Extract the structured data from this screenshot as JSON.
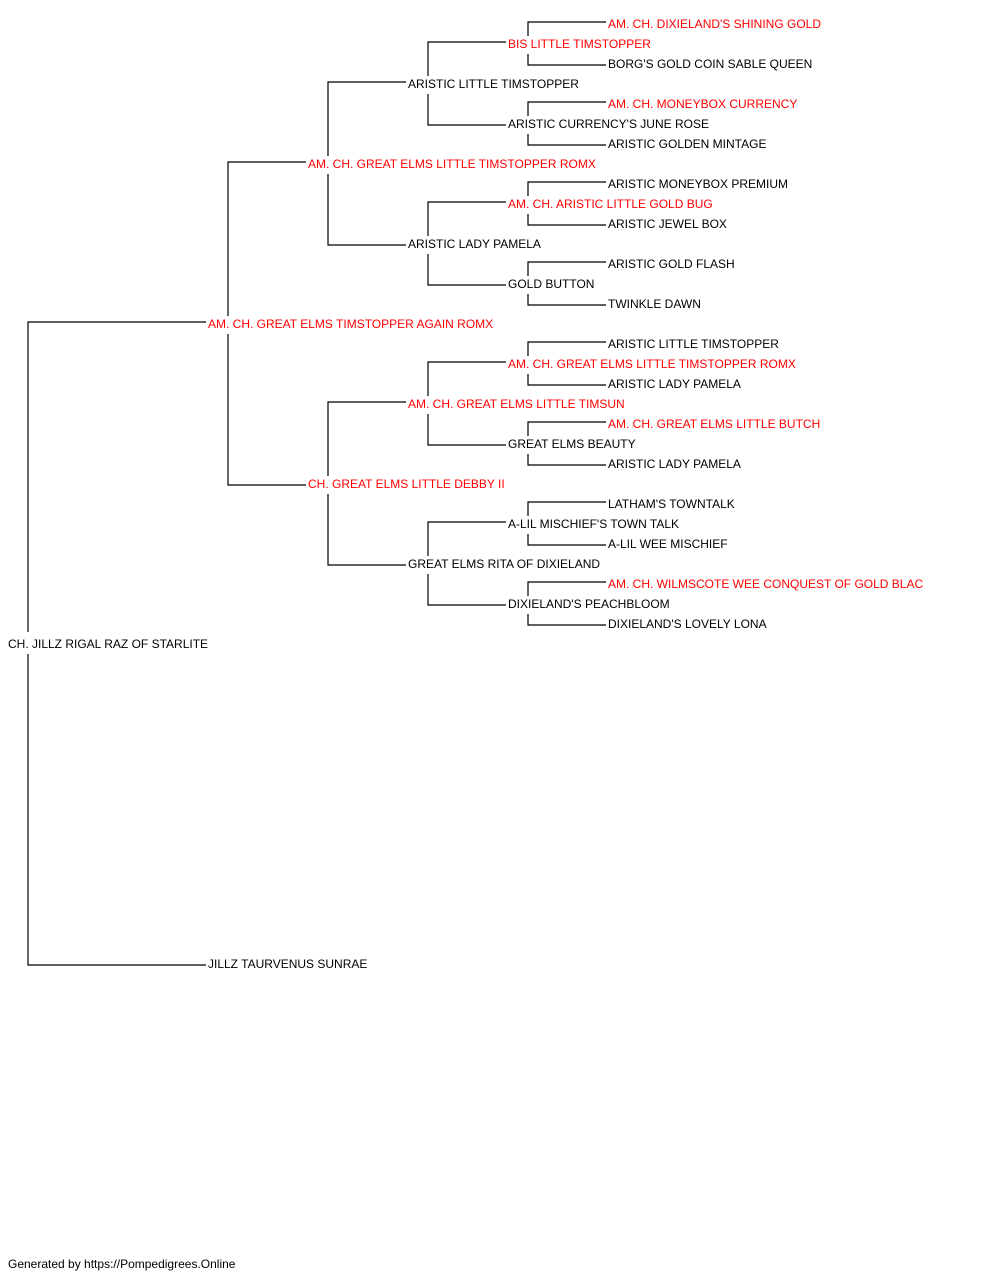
{
  "colors": {
    "champion": "#ff0000",
    "regular": "#000000",
    "connector": "#000000"
  },
  "pedigree": {
    "subject": {
      "name": "CH. JILLZ RIGAL RAZ OF STARLITE",
      "champion": false
    },
    "sire": {
      "name": "AM. CH. GREAT ELMS TIMSTOPPER AGAIN ROMX",
      "champion": true
    },
    "dam": {
      "name": "JILLZ TAURVENUS SUNRAE",
      "champion": false
    },
    "sire_sire": {
      "name": "AM. CH. GREAT ELMS LITTLE TIMSTOPPER ROMX",
      "champion": true
    },
    "sire_dam": {
      "name": "CH. GREAT ELMS LITTLE DEBBY II",
      "champion": true
    },
    "sss": {
      "name": "ARISTIC LITTLE TIMSTOPPER",
      "champion": false
    },
    "ssd": {
      "name": "ARISTIC LADY PAMELA",
      "champion": false
    },
    "sds": {
      "name": "AM. CH. GREAT ELMS LITTLE TIMSUN",
      "champion": true
    },
    "sdd": {
      "name": "GREAT ELMS RITA OF DIXIELAND",
      "champion": false
    },
    "g4_1": {
      "name": "BIS LITTLE TIMSTOPPER",
      "champion": true
    },
    "g4_2": {
      "name": "ARISTIC CURRENCY'S JUNE ROSE",
      "champion": false
    },
    "g4_3": {
      "name": "AM. CH. ARISTIC LITTLE GOLD BUG",
      "champion": true
    },
    "g4_4": {
      "name": "GOLD BUTTON",
      "champion": false
    },
    "g4_5": {
      "name": "AM. CH. GREAT ELMS LITTLE TIMSTOPPER ROMX",
      "champion": true
    },
    "g4_6": {
      "name": "GREAT ELMS BEAUTY",
      "champion": false
    },
    "g4_7": {
      "name": "A-LIL MISCHIEF'S TOWN TALK",
      "champion": false
    },
    "g4_8": {
      "name": "DIXIELAND'S PEACHBLOOM",
      "champion": false
    },
    "g5_1": {
      "name": "AM. CH. DIXIELAND'S SHINING GOLD",
      "champion": true
    },
    "g5_2": {
      "name": "BORG'S GOLD COIN SABLE QUEEN",
      "champion": false
    },
    "g5_3": {
      "name": "AM. CH. MONEYBOX CURRENCY",
      "champion": true
    },
    "g5_4": {
      "name": "ARISTIC GOLDEN MINTAGE",
      "champion": false
    },
    "g5_5": {
      "name": "ARISTIC MONEYBOX PREMIUM",
      "champion": false
    },
    "g5_6": {
      "name": "ARISTIC JEWEL BOX",
      "champion": false
    },
    "g5_7": {
      "name": "ARISTIC GOLD FLASH",
      "champion": false
    },
    "g5_8": {
      "name": "TWINKLE DAWN",
      "champion": false
    },
    "g5_9": {
      "name": "ARISTIC LITTLE TIMSTOPPER",
      "champion": false
    },
    "g5_10": {
      "name": "ARISTIC LADY PAMELA",
      "champion": false
    },
    "g5_11": {
      "name": "AM. CH. GREAT ELMS LITTLE BUTCH",
      "champion": true
    },
    "g5_12": {
      "name": "ARISTIC LADY PAMELA",
      "champion": false
    },
    "g5_13": {
      "name": "LATHAM'S TOWNTALK",
      "champion": false
    },
    "g5_14": {
      "name": "A-LIL WEE MISCHIEF",
      "champion": false
    },
    "g5_15": {
      "name": "AM. CH. WILMSCOTE WEE CONQUEST OF GOLD BLAC",
      "champion": true
    },
    "g5_16": {
      "name": "DIXIELAND'S LOVELY LONA",
      "champion": false
    }
  },
  "footer": {
    "text": "Generated by https://Pompedigrees.Online"
  }
}
